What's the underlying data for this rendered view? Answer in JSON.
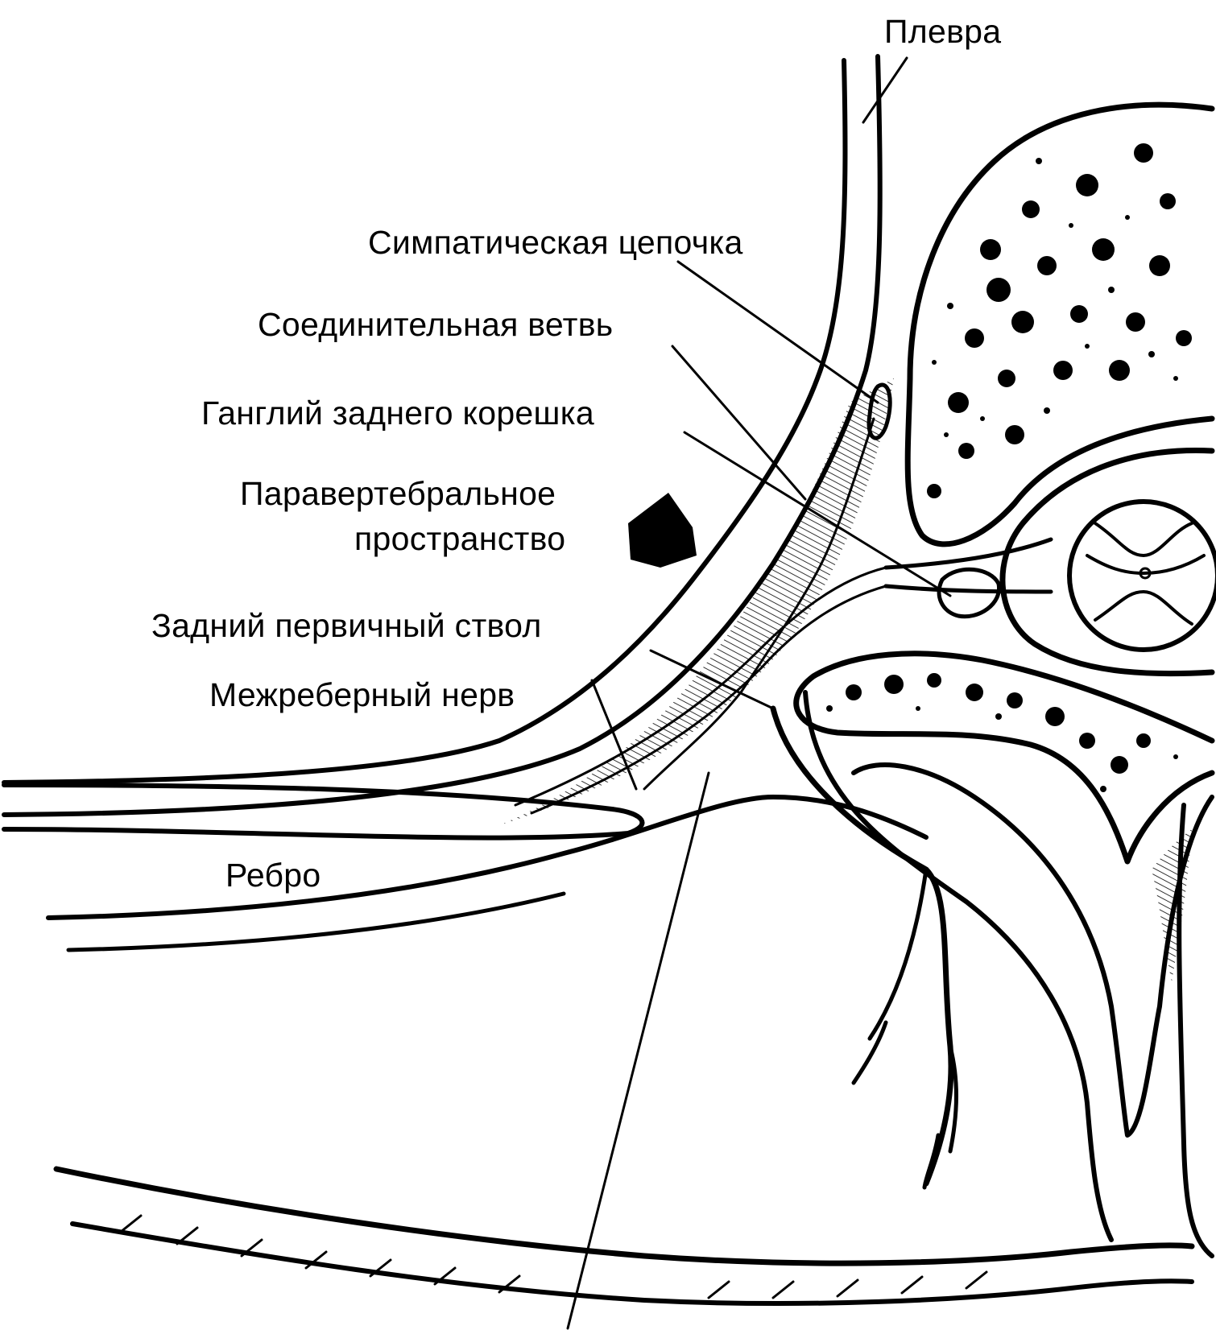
{
  "labels": {
    "pleura": "Плевра",
    "sympathetic_chain": "Симпатическая цепочка",
    "connecting_branch": "Соединительная ветвь",
    "dorsal_root_ganglion": "Ганглий заднего корешка",
    "paravertebral_space_line1": "Паравертебральное",
    "paravertebral_space_line2": "пространство",
    "posterior_primary_trunk": "Задний первичный ствол",
    "intercostal_nerve": "Межреберный нерв",
    "rib": "Ребро"
  },
  "colors": {
    "ink": "#000000",
    "background": "#ffffff"
  }
}
